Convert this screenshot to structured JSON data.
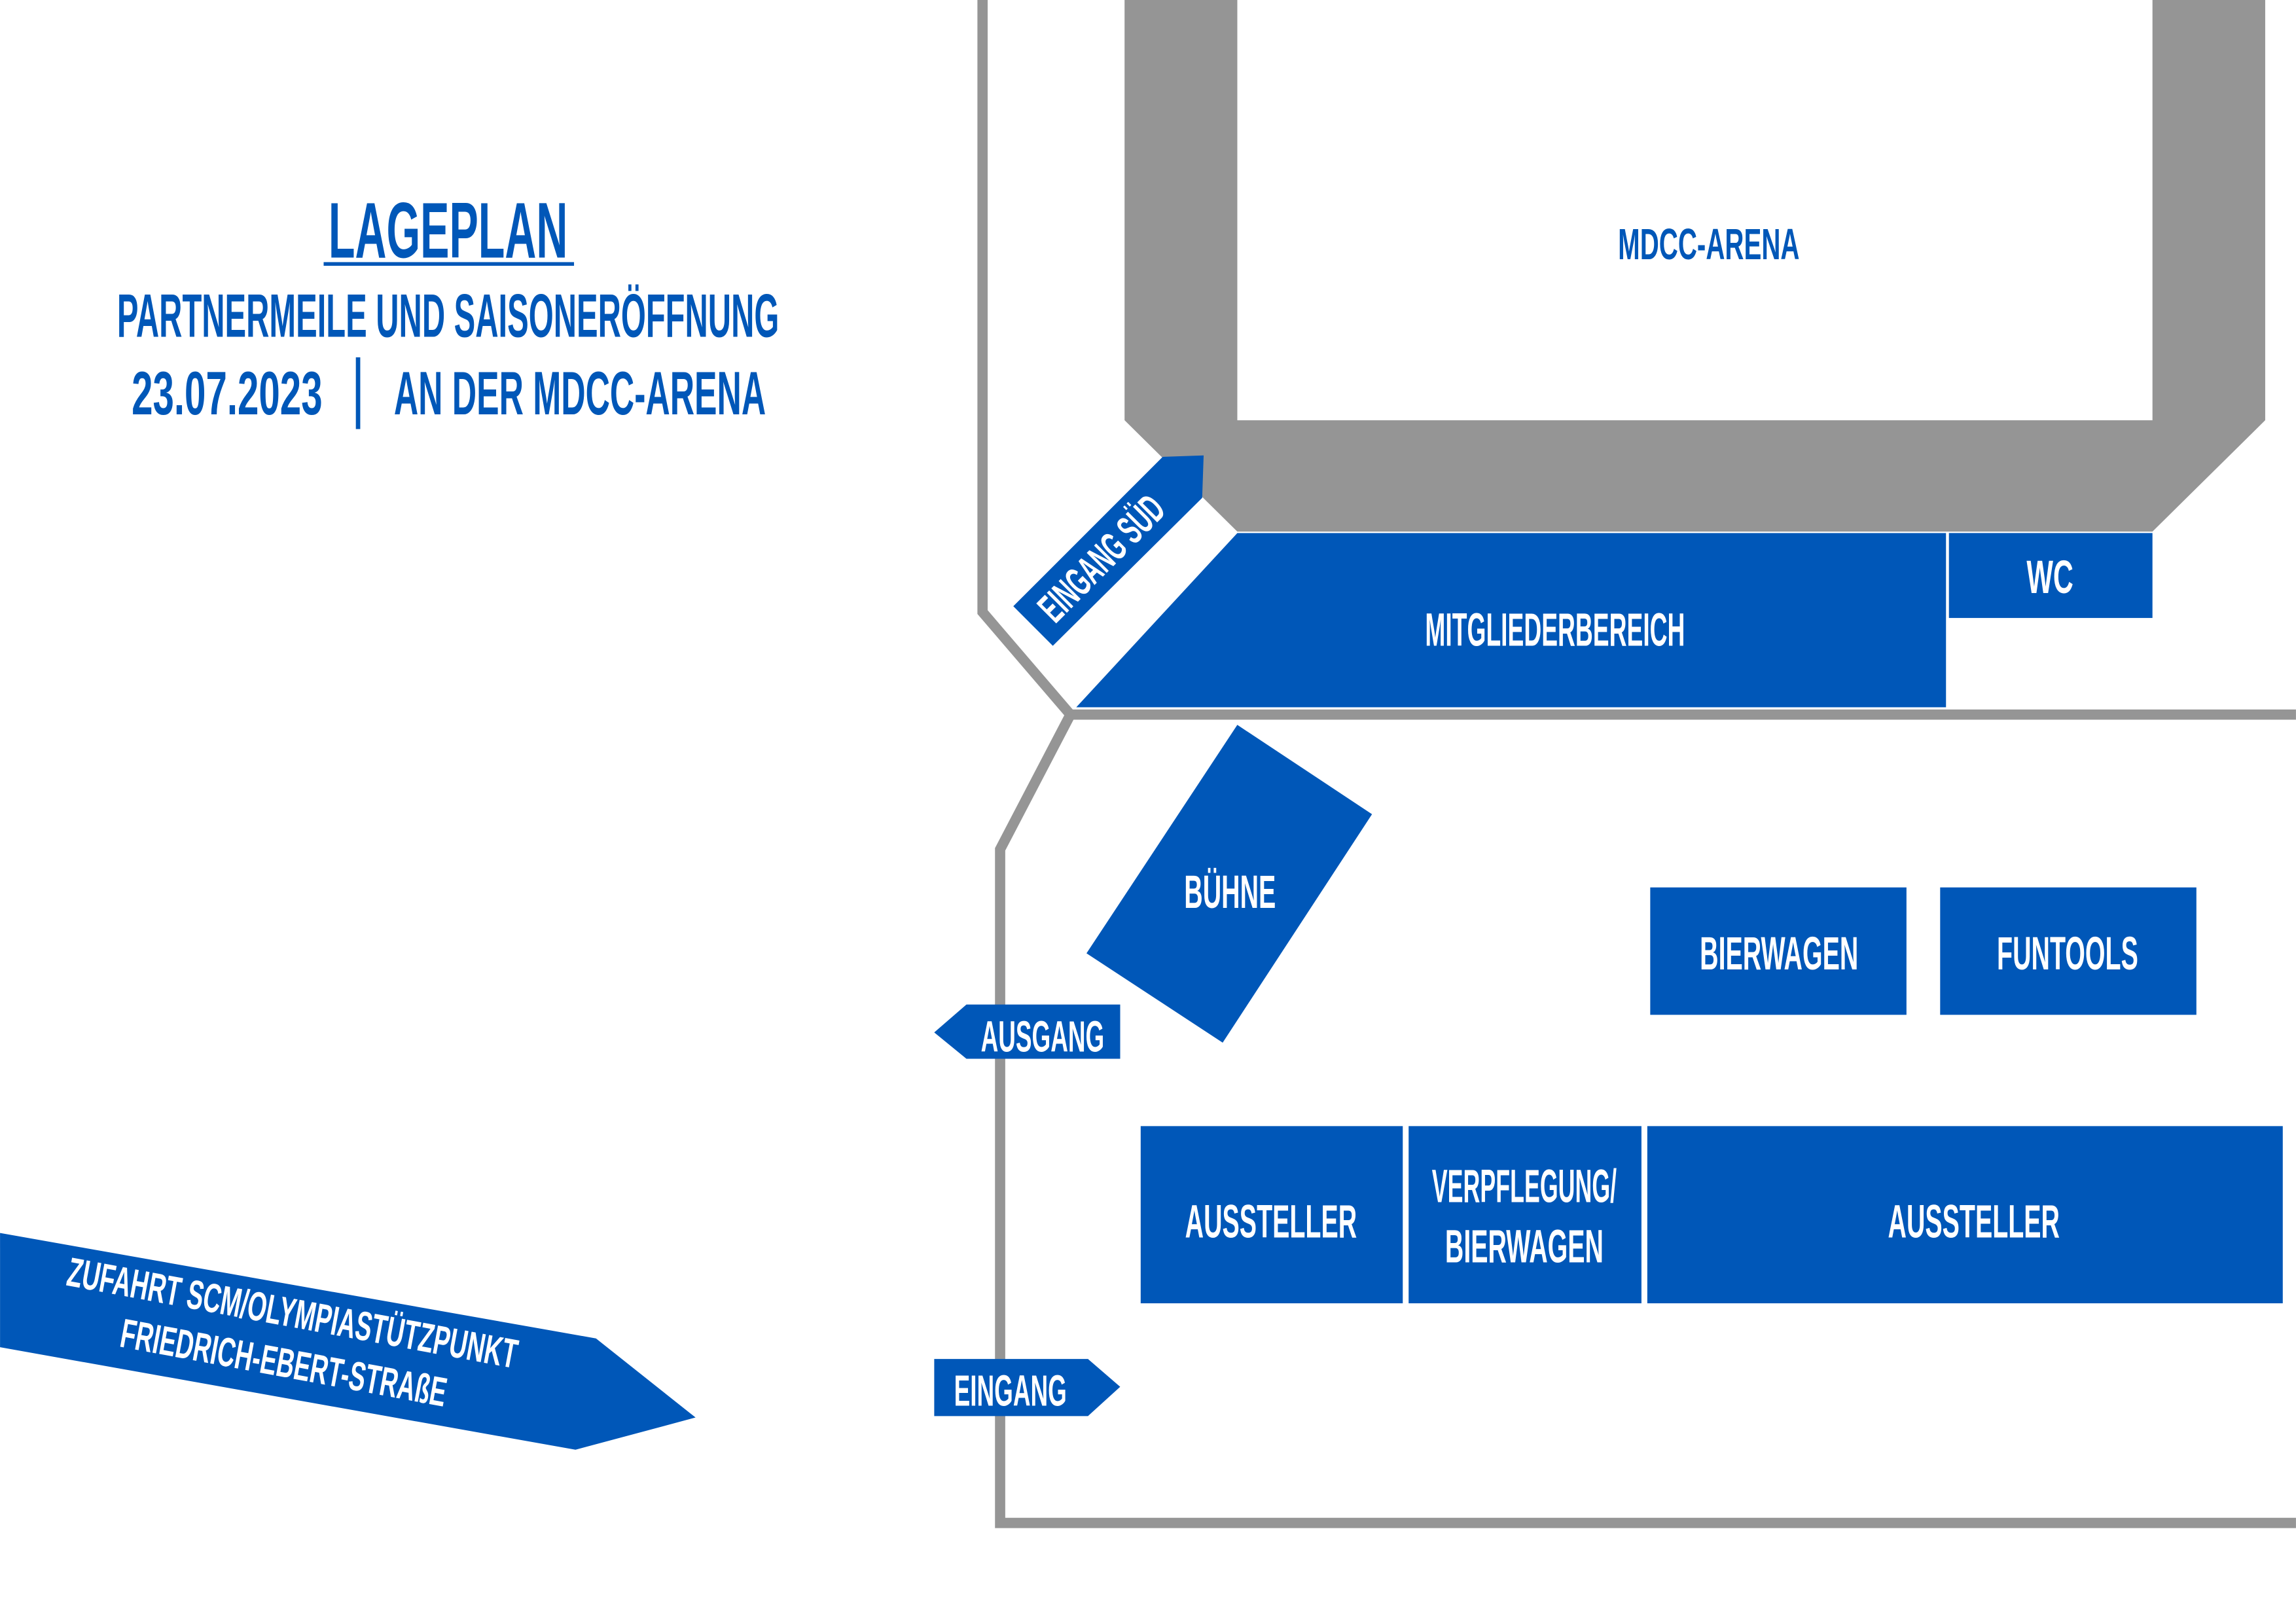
{
  "colors": {
    "brand": "#0057b8",
    "road": "#959595",
    "background": "#ffffff"
  },
  "header": {
    "title": "LAGEPLAN",
    "subtitle": "PARTNERMEILE UND SAISONERÖFFNUNG",
    "date": "23.07.2023",
    "location": "AN DER MDCC-ARENA"
  },
  "map": {
    "arena": "MDCC-ARENA",
    "entrance_south": "EINGANG SÜD",
    "members_area": "MITGLIEDERBEREICH",
    "wc": "WC",
    "stage": "BÜHNE",
    "beer_truck": "BIERWAGEN",
    "funtools": "FUNTOOLS",
    "exhibitors_left": "AUSSTELLER",
    "catering_line1": "VERPFLEGUNG/",
    "catering_line2": "BIERWAGEN",
    "exhibitors_right": "AUSSTELLER",
    "exit": "AUSGANG",
    "entrance": "EINGANG",
    "access_line1": "ZUFAHRT SCM/OLYMPIASTÜTZPUNKT",
    "access_line2": "FRIEDRICH-EBERT-STRAßE"
  }
}
